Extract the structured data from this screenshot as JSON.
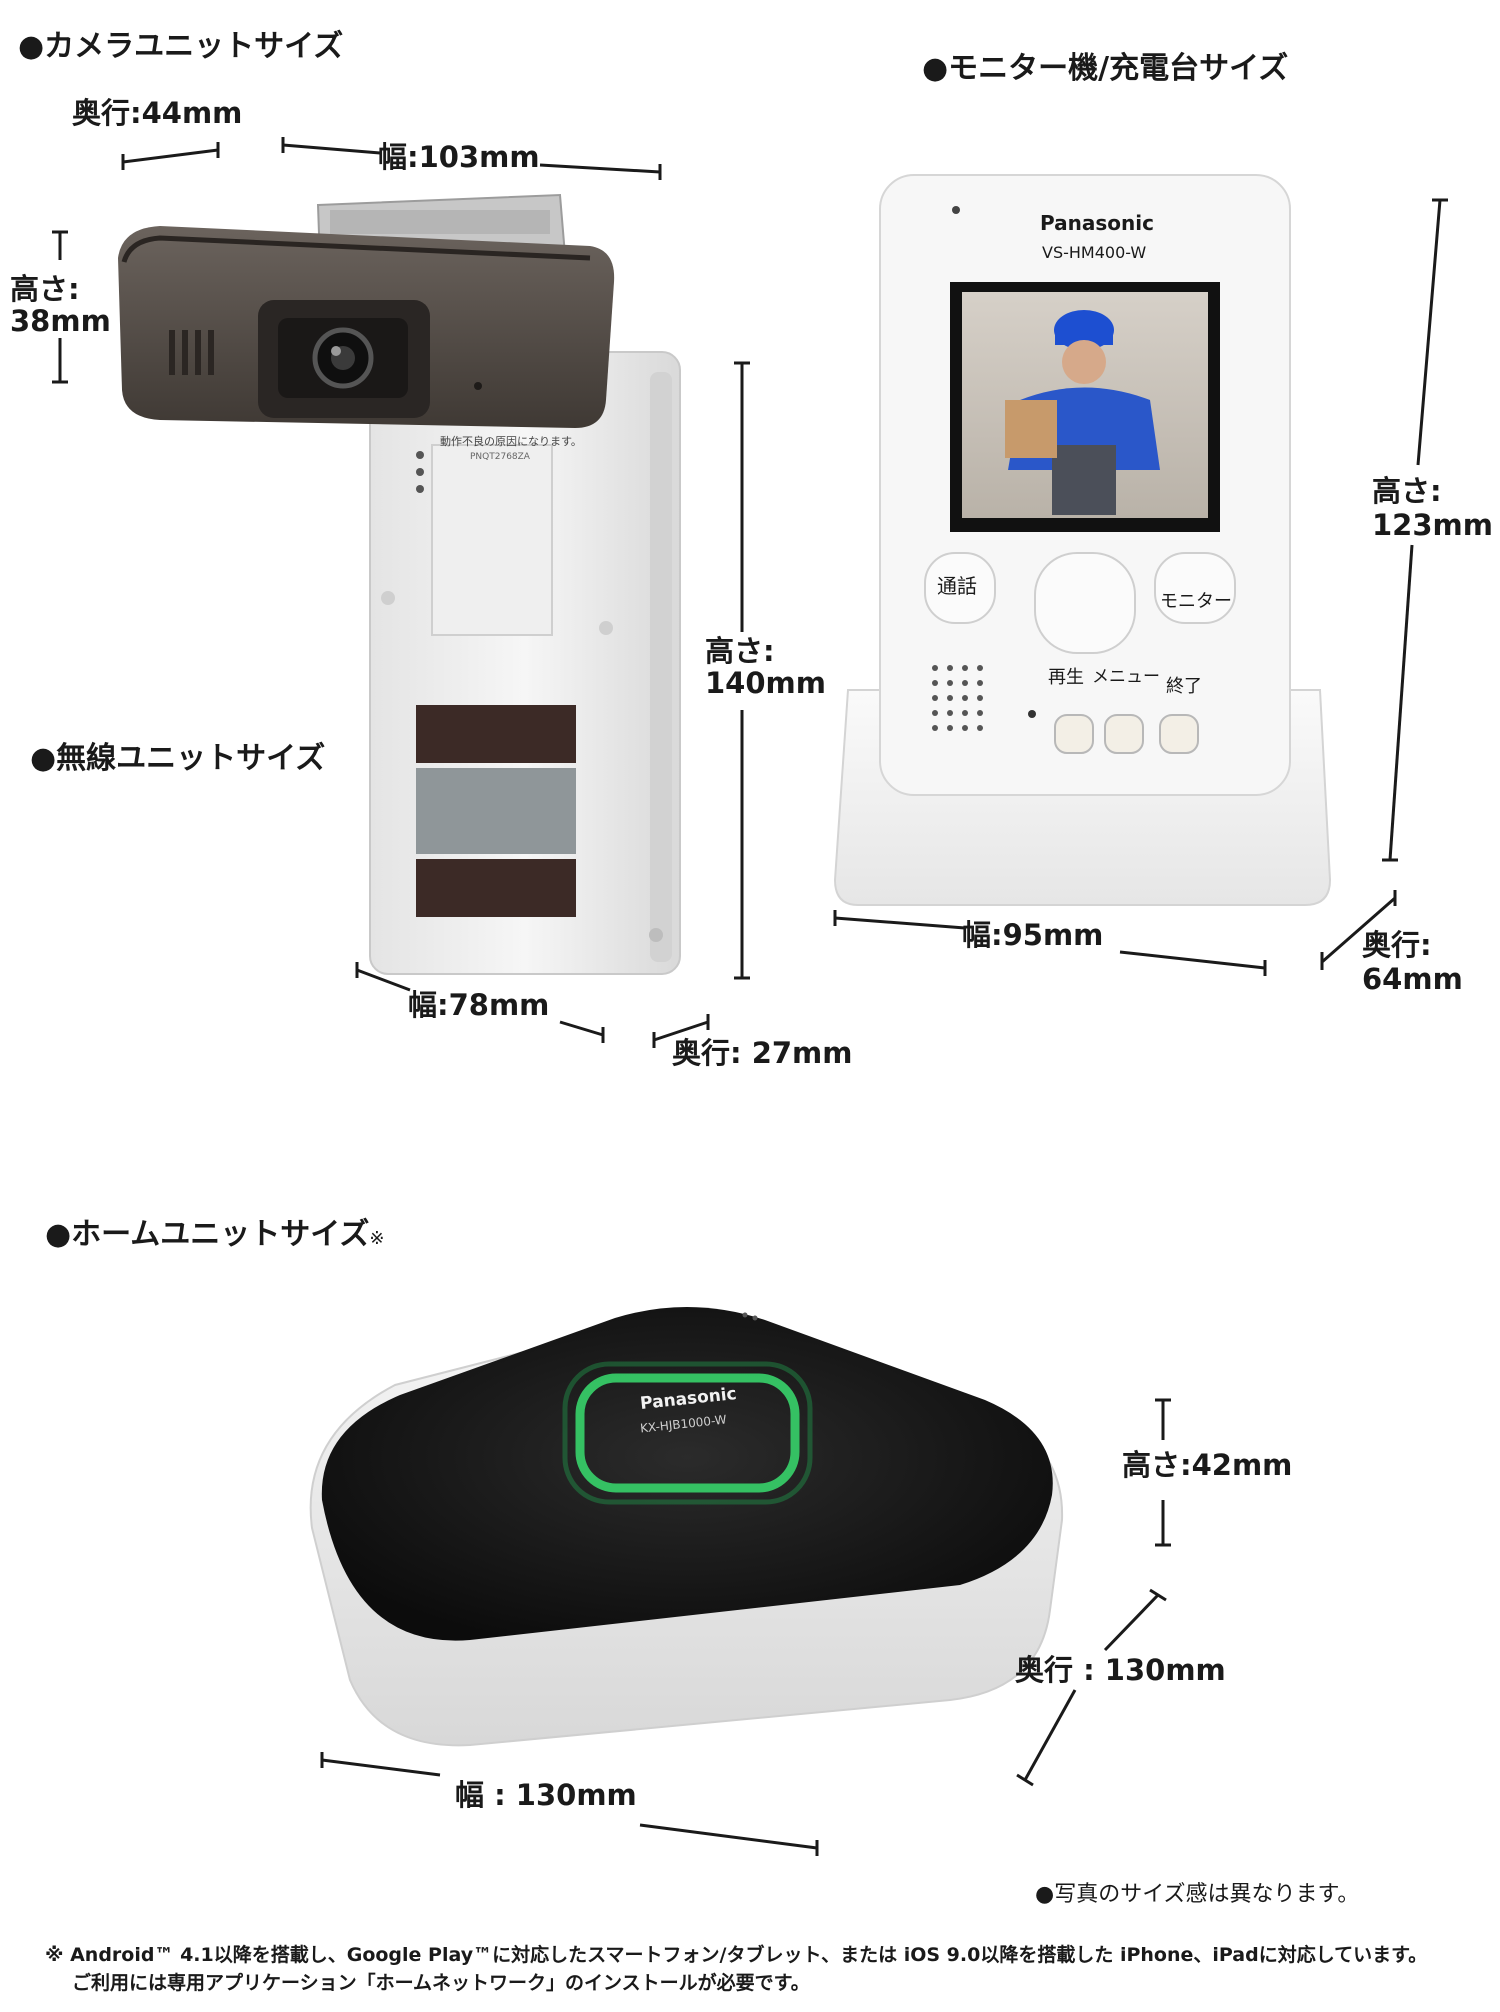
{
  "sections": {
    "camera": "●カメラユニットサイズ",
    "monitor": "●モニター機/充電台サイズ",
    "wireless": "●無線ユニットサイズ",
    "home": "●ホームユニットサイズ",
    "home_mark": "※"
  },
  "camera_dims": {
    "depth": "奥行:44mm",
    "width": "幅:103mm",
    "height_label": "高さ:",
    "height_value": "38mm"
  },
  "wireless_dims": {
    "height_label": "高さ:",
    "height_value": "140mm",
    "width": "幅:78mm",
    "depth": "奥行: 27mm",
    "sticker_text": "動作不良の原因になります。",
    "sticker_code": "PNQT2768ZA"
  },
  "monitor_dims": {
    "height_label": "高さ:",
    "height_value": "123mm",
    "width": "幅:95mm",
    "depth_label": "奥行:",
    "depth_value": "64mm"
  },
  "monitor_device": {
    "brand": "Panasonic",
    "model": "VS-HM400-W",
    "btn_talk": "通話",
    "btn_monitor": "モニター",
    "btn_play": "再生",
    "btn_menu": "メニュー",
    "btn_end": "終了"
  },
  "home_dims": {
    "height": "高さ:42mm",
    "depth": "奥行 : 130mm",
    "width": "幅 : 130mm"
  },
  "home_device": {
    "brand": "Panasonic",
    "model": "KX-HJB1000-W"
  },
  "notes": {
    "photo": "●写真のサイズ感は異なります。",
    "footnote_1": "※ Android™ 4.1以降を搭載し、Google Play™に対応したスマートフォン/タブレット、または iOS 9.0以降を搭載した iPhone、iPadに対応しています。",
    "footnote_2": "ご利用には専用アプリケーション「ホームネットワーク」のインストールが必要です。"
  },
  "colors": {
    "camera_body": "#5e5650",
    "home_top": "#1b1b1b",
    "home_ring": "#37d36a",
    "solar": "#3c2a26",
    "solar_mid": "#8f9699"
  }
}
